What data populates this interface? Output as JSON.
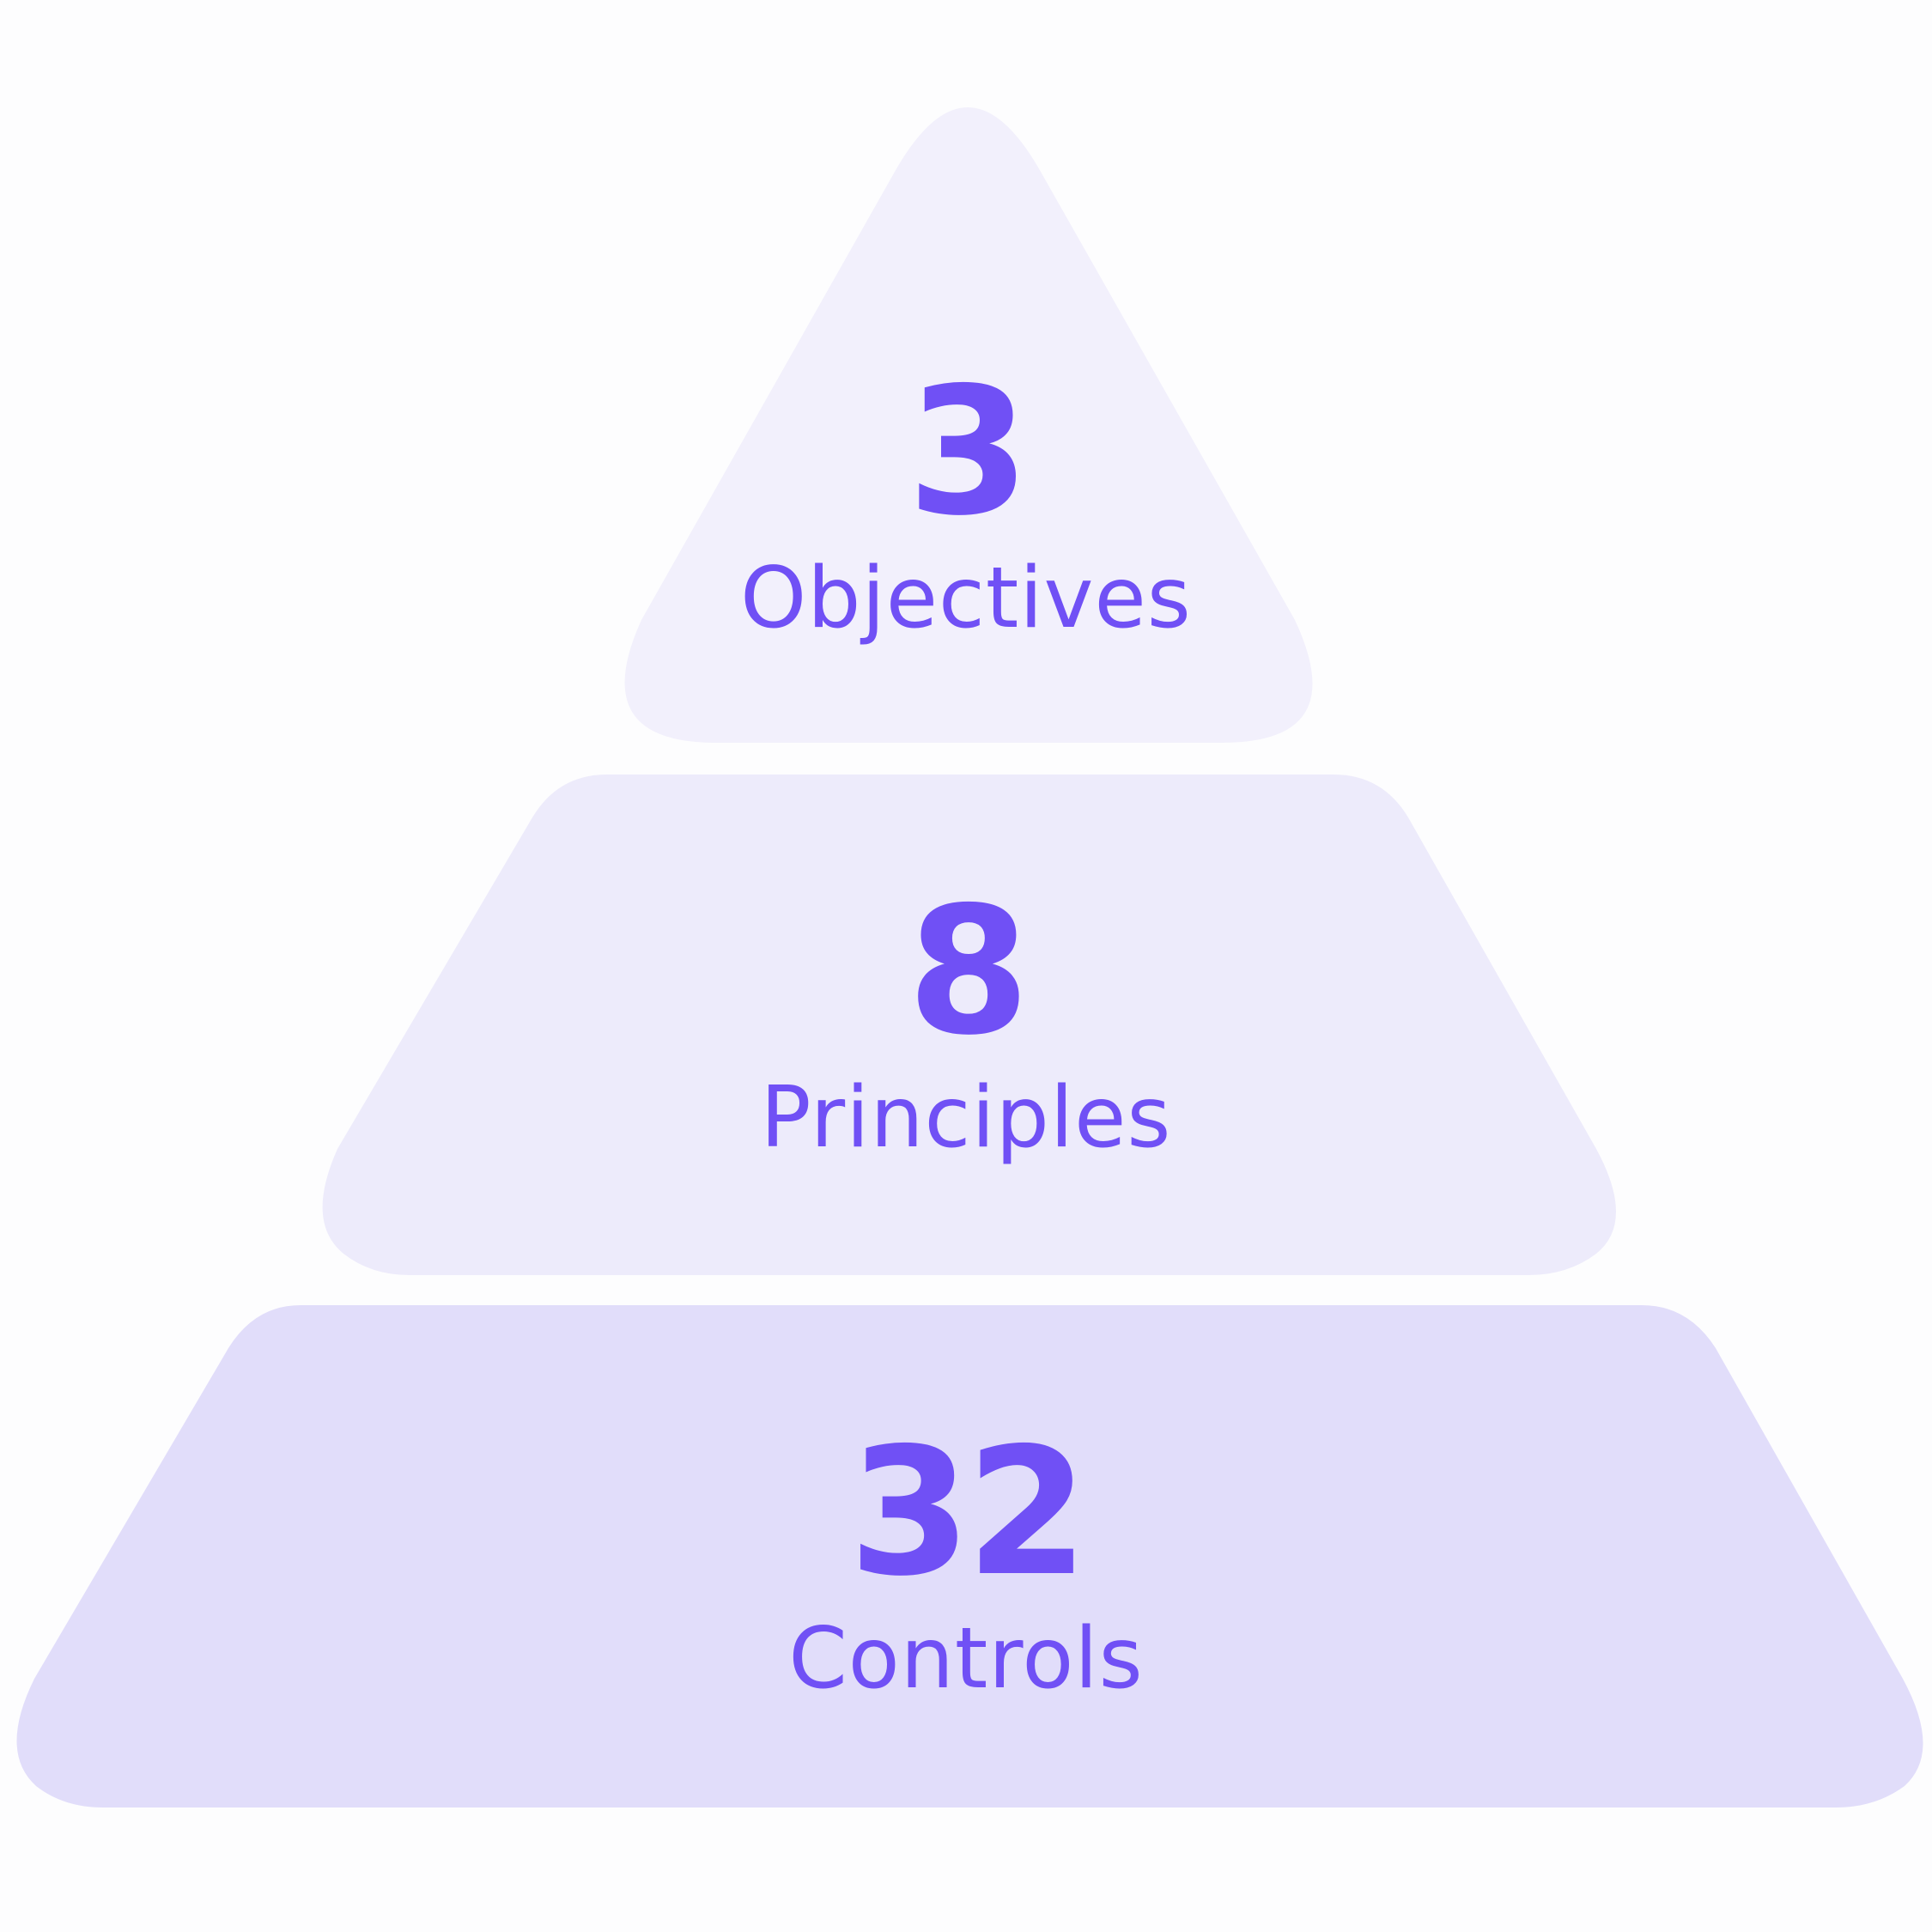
{
  "tiers": [
    {
      "number": "3",
      "label": "Objectives",
      "fill": "#f2f0fc"
    },
    {
      "number": "8",
      "label": "Principles",
      "fill": "#edebfb"
    },
    {
      "number": "32",
      "label": "Controls",
      "fill": "#e1ddfa"
    }
  ],
  "text_color": "#7050f5",
  "background_color": "#fdfdfe"
}
